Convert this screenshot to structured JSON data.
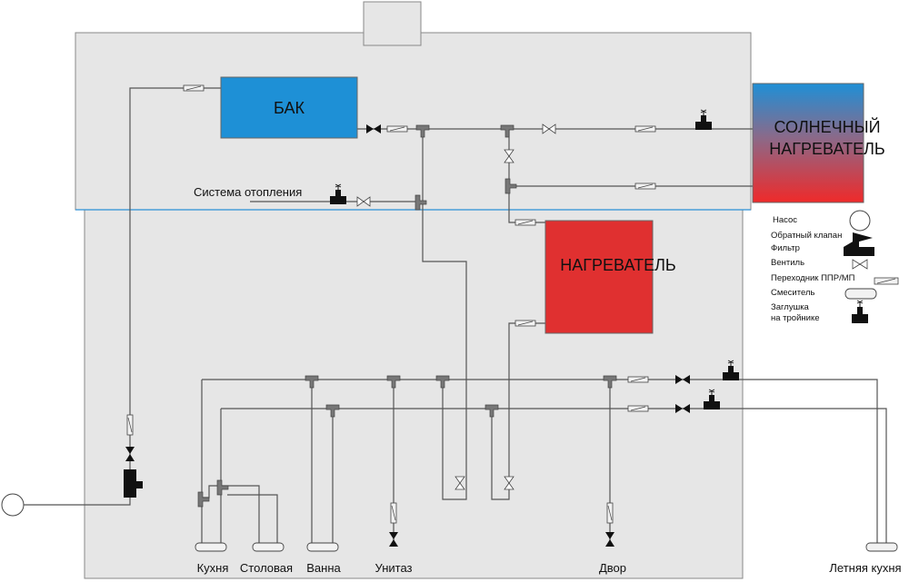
{
  "diagram": {
    "tank_label": "БАК",
    "heater_label": "НАГРЕВАТЕЛЬ",
    "solar_label_line1": "СОЛНЕЧНЫЙ",
    "solar_label_line2": "НАГРЕВАТЕЛЬ",
    "heating_system_label": "Система отопления",
    "outlets": {
      "kitchen": "Кухня",
      "dining": "Столовая",
      "bath": "Ванна",
      "toilet": "Унитаз",
      "yard": "Двор",
      "summer_kitchen": "Летняя кухня"
    },
    "colors": {
      "tank": "#1e90d6",
      "heater": "#e03030",
      "solar_top": "#1f8fd6",
      "solar_bottom": "#ef2a2a",
      "house": "#e6e6e6",
      "level_line": "#2a8fd6"
    }
  },
  "legend": {
    "pump": "Насос",
    "check_valve": "Обратный клапан",
    "filter": "Фильтр",
    "valve": "Вентиль",
    "adapter": "Переходник ППР/МП",
    "mixer": "Смеситель",
    "plug_line1": "Заглушка",
    "plug_line2": "на тройнике"
  }
}
